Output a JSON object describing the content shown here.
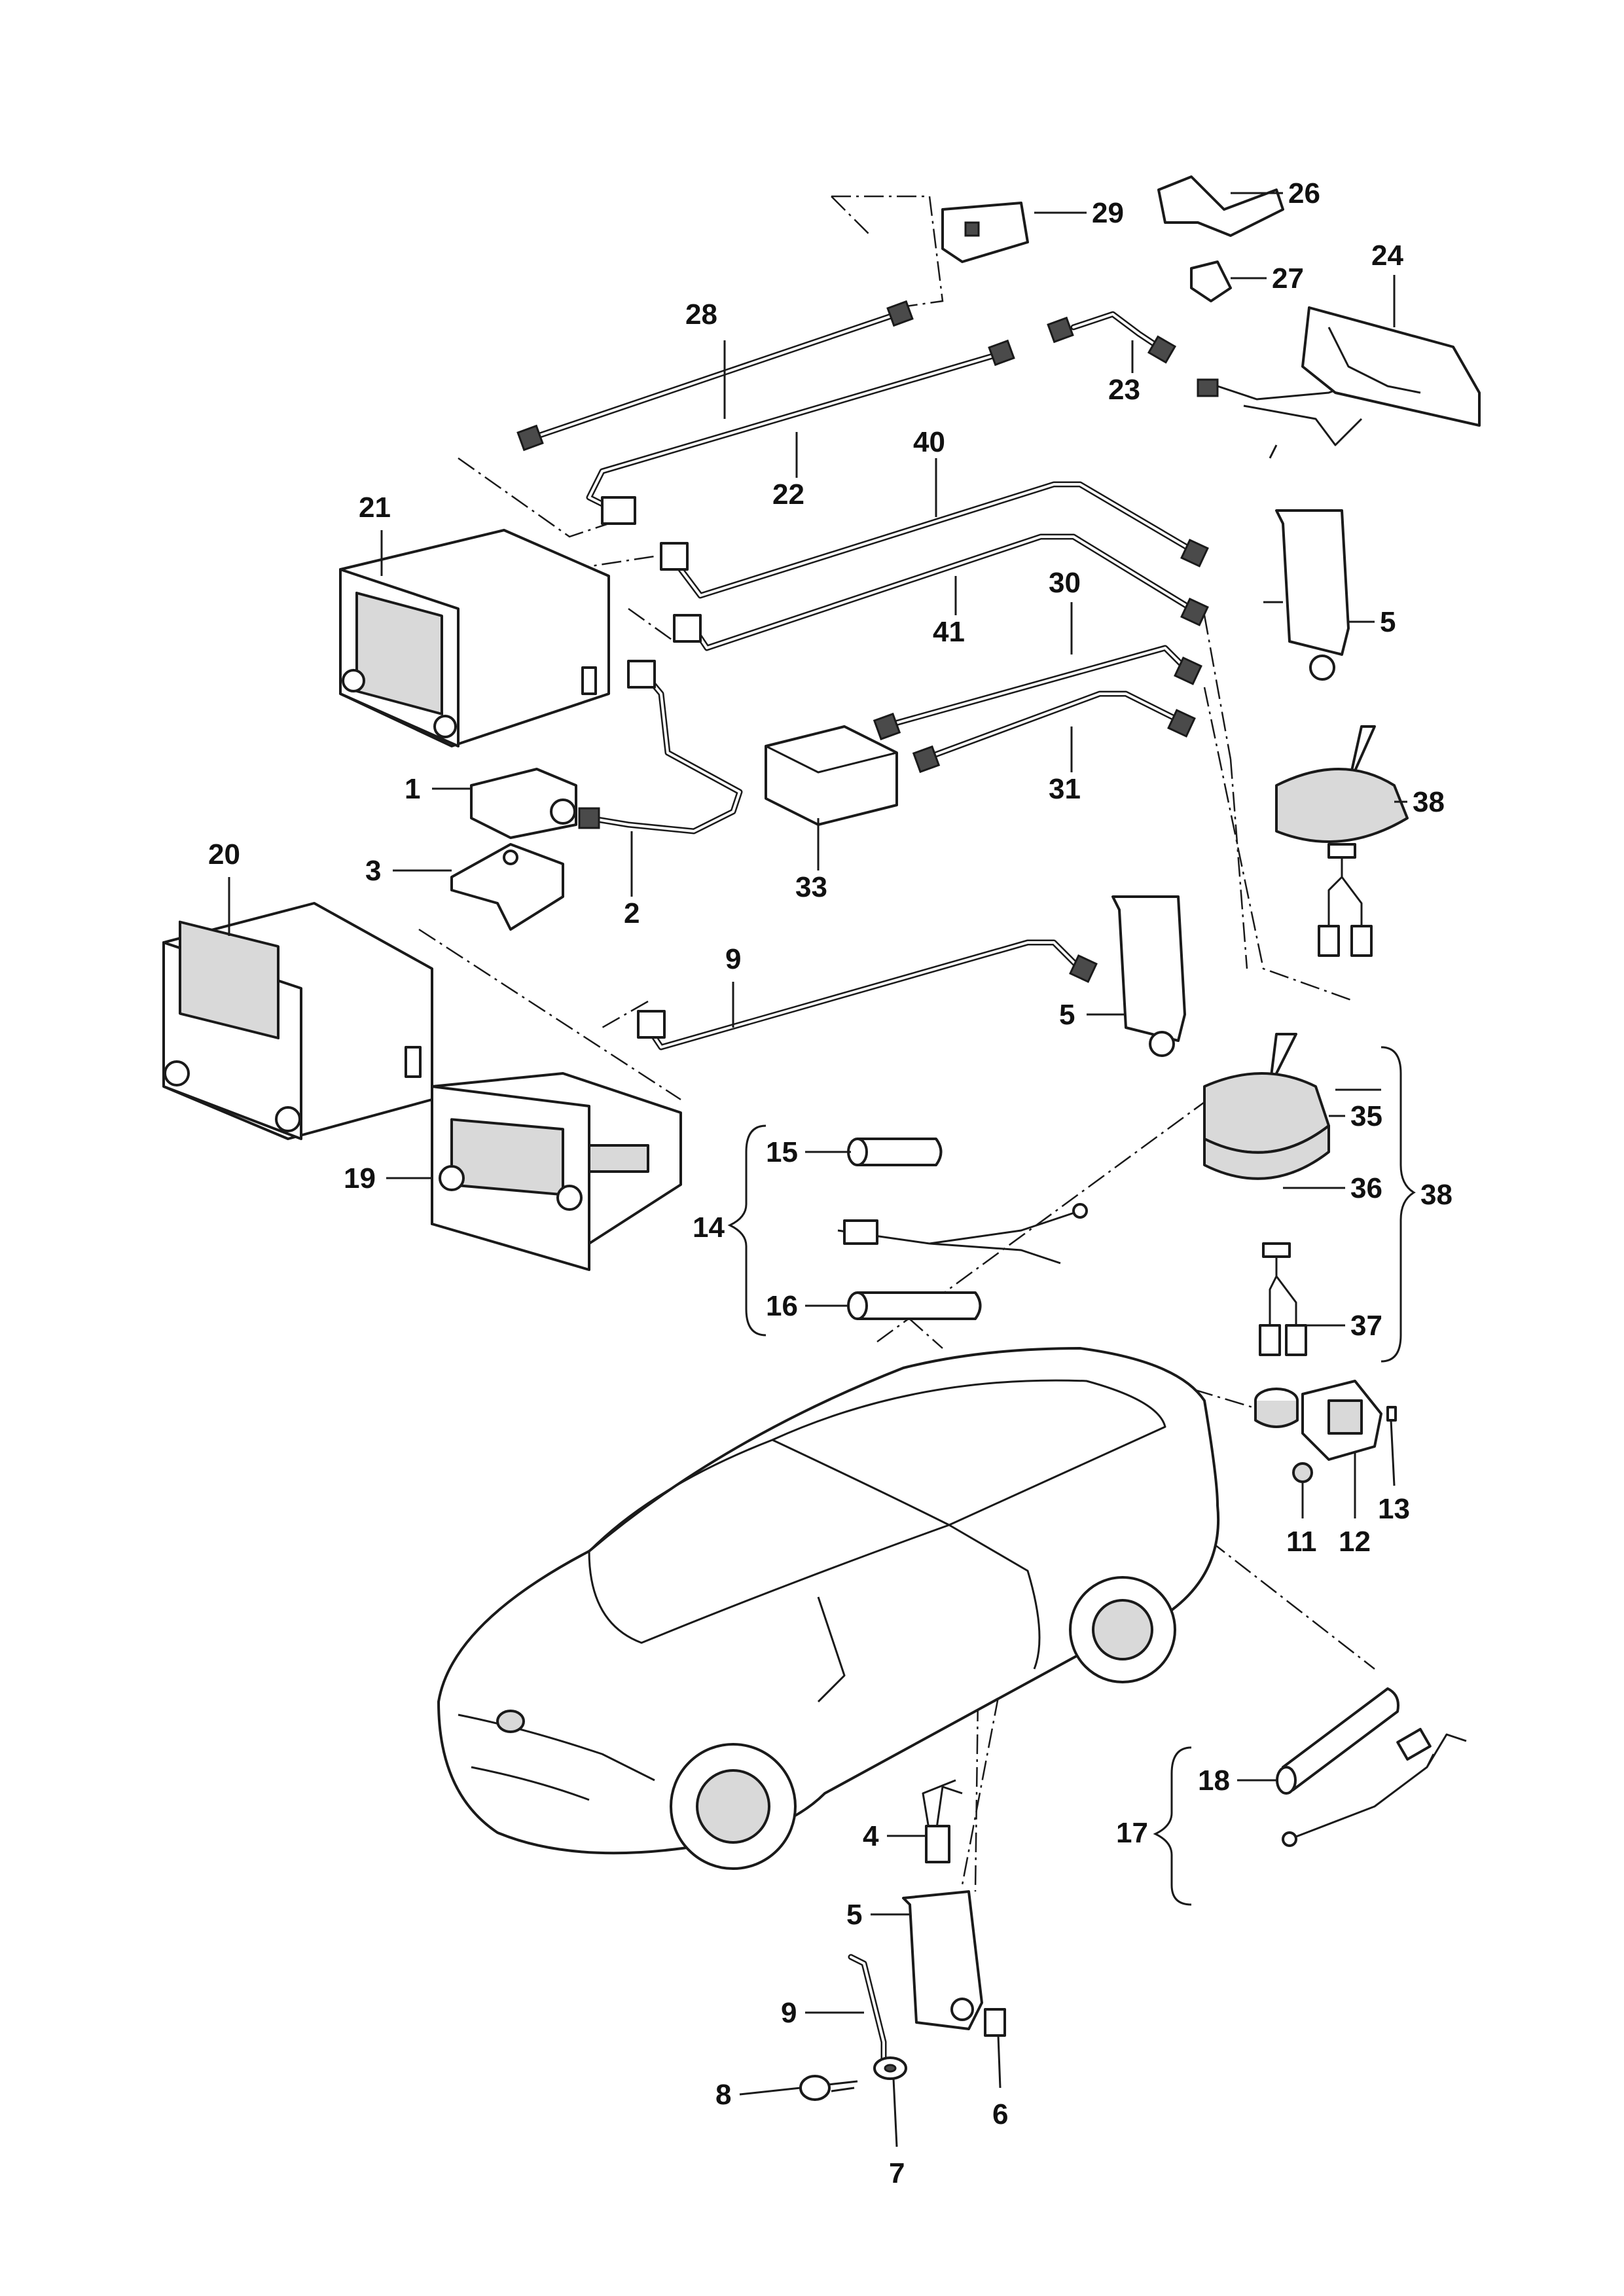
{
  "labels": {
    "p1": "1",
    "p2": "2",
    "p3": "3",
    "p4": "4",
    "p5a": "5",
    "p5b": "5",
    "p5c": "5",
    "p6": "6",
    "p7": "7",
    "p8": "8",
    "p9a": "9",
    "p9b": "9",
    "p11": "11",
    "p12": "12",
    "p13": "13",
    "p14": "14",
    "p15": "15",
    "p16": "16",
    "p17": "17",
    "p18": "18",
    "p19": "19",
    "p20": "20",
    "p21": "21",
    "p22": "22",
    "p23": "23",
    "p24": "24",
    "p26": "26",
    "p27": "27",
    "p28": "28",
    "p29": "29",
    "p30": "30",
    "p31": "31",
    "p33": "33",
    "p35": "35",
    "p36": "36",
    "p37": "37",
    "p38a": "38",
    "p38b": "38",
    "p40": "40",
    "p41": "41"
  }
}
